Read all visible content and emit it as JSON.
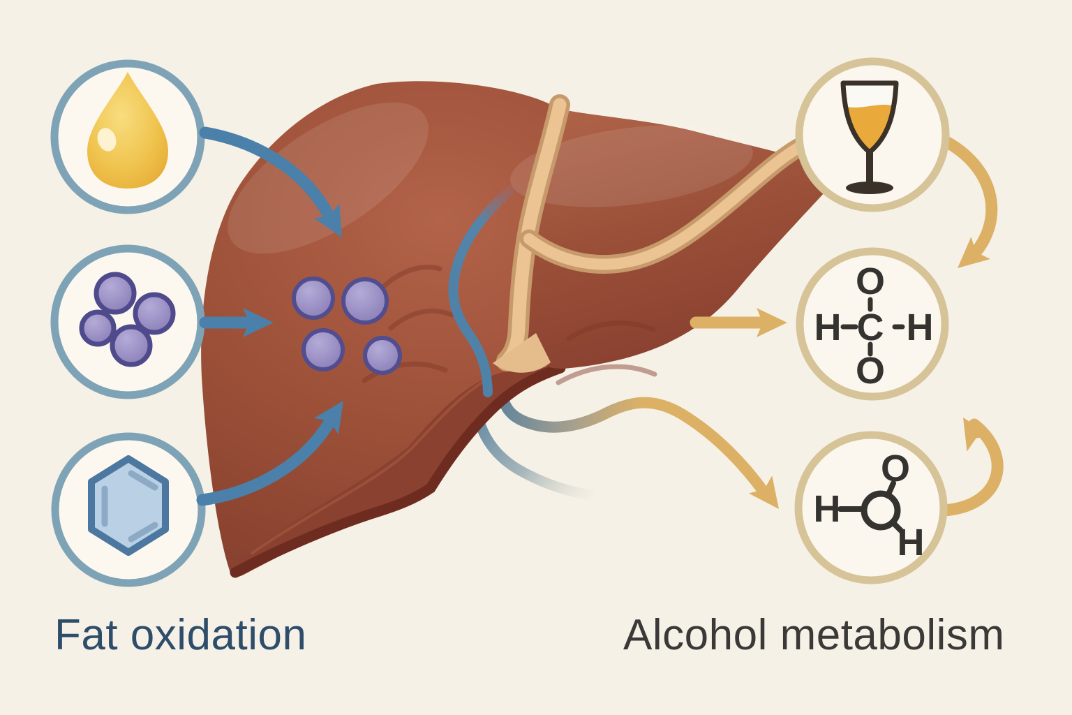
{
  "labels": {
    "fat_oxidation": "Fat oxidation",
    "alcohol_metabolism": "Alcohol metabolism"
  },
  "molecule_top": {
    "top_atom": "O",
    "left_atom": "H",
    "center_atom": "C",
    "right_atom": "H",
    "bottom_atom": "O"
  },
  "molecule_bottom": {
    "top_atom": "O",
    "left_atom": "H",
    "bottom_right_atom": "H"
  },
  "left_column": {
    "items": [
      {
        "icon": "oil-droplet-icon"
      },
      {
        "icon": "fat-cells-icon"
      },
      {
        "icon": "hexagon-molecule-icon"
      }
    ]
  },
  "right_column": {
    "items": [
      {
        "icon": "wine-glass-icon"
      },
      {
        "icon": "molecule-diagram-top"
      },
      {
        "icon": "molecule-diagram-bottom"
      }
    ]
  },
  "palette": {
    "background": "#f6f1e6",
    "fat_arrow_blue": "#4a80a9",
    "alcohol_arrow_tan": "#dcb166",
    "fat_label_color": "#2e4d6b",
    "alcohol_label_color": "#3a3937",
    "left_ring": "#7fa3b6",
    "right_ring": "#d6c498",
    "liver_main": "#9c5038",
    "ligament_tan": "#ecc493",
    "cell_purple": "#958bc0",
    "droplet_yellow": "#eebd45",
    "hexagon_blue": "#bad0e4",
    "wine_amber": "#e9a93b",
    "atom_text": "#343330"
  }
}
